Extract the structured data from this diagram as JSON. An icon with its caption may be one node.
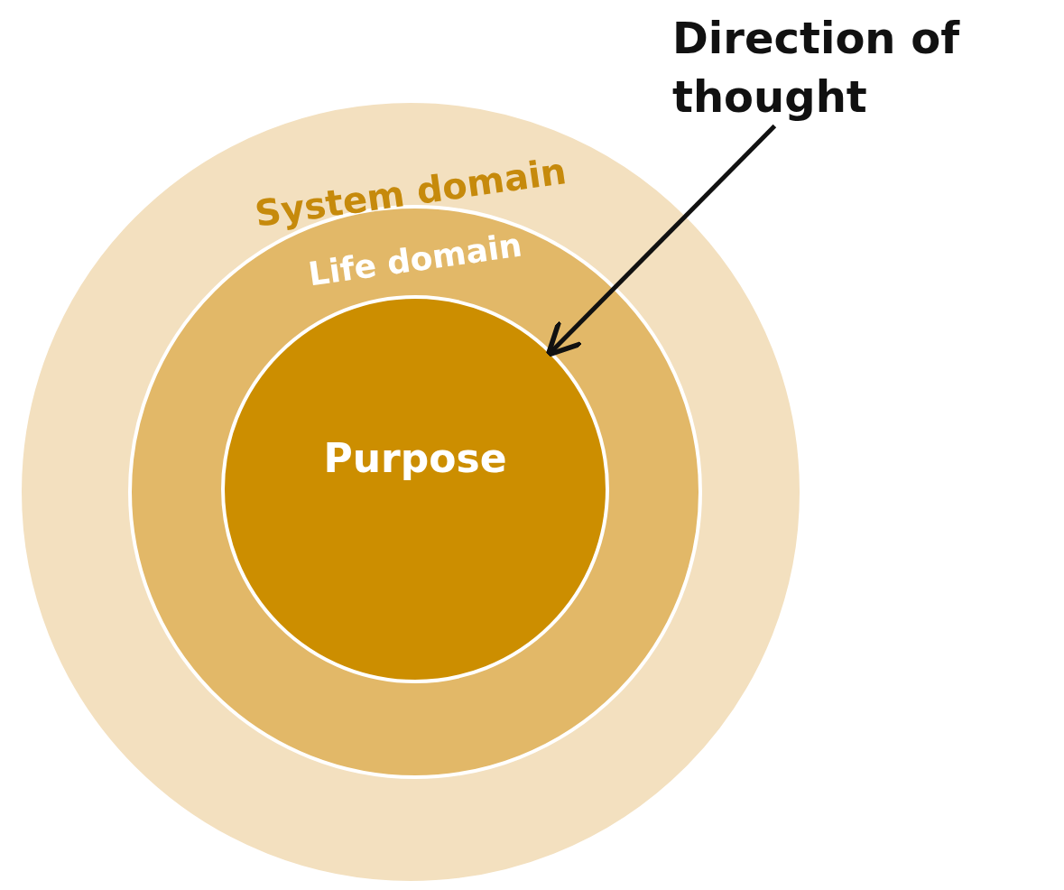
{
  "diagram": {
    "nodes": [
      {
        "text": [
          "System domain"
        ]
      },
      {
        "text": [
          "Life domain"
        ],
        "in": 0
      },
      {
        "text": [
          "Purpose"
        ],
        "in": 1
      },
      {
        "text": [
          "Direction of thought"
        ]
      }
    ],
    "edges": [
      {
        "from": 3,
        "to": 2,
        "arrow": "to"
      }
    ]
  }
}
